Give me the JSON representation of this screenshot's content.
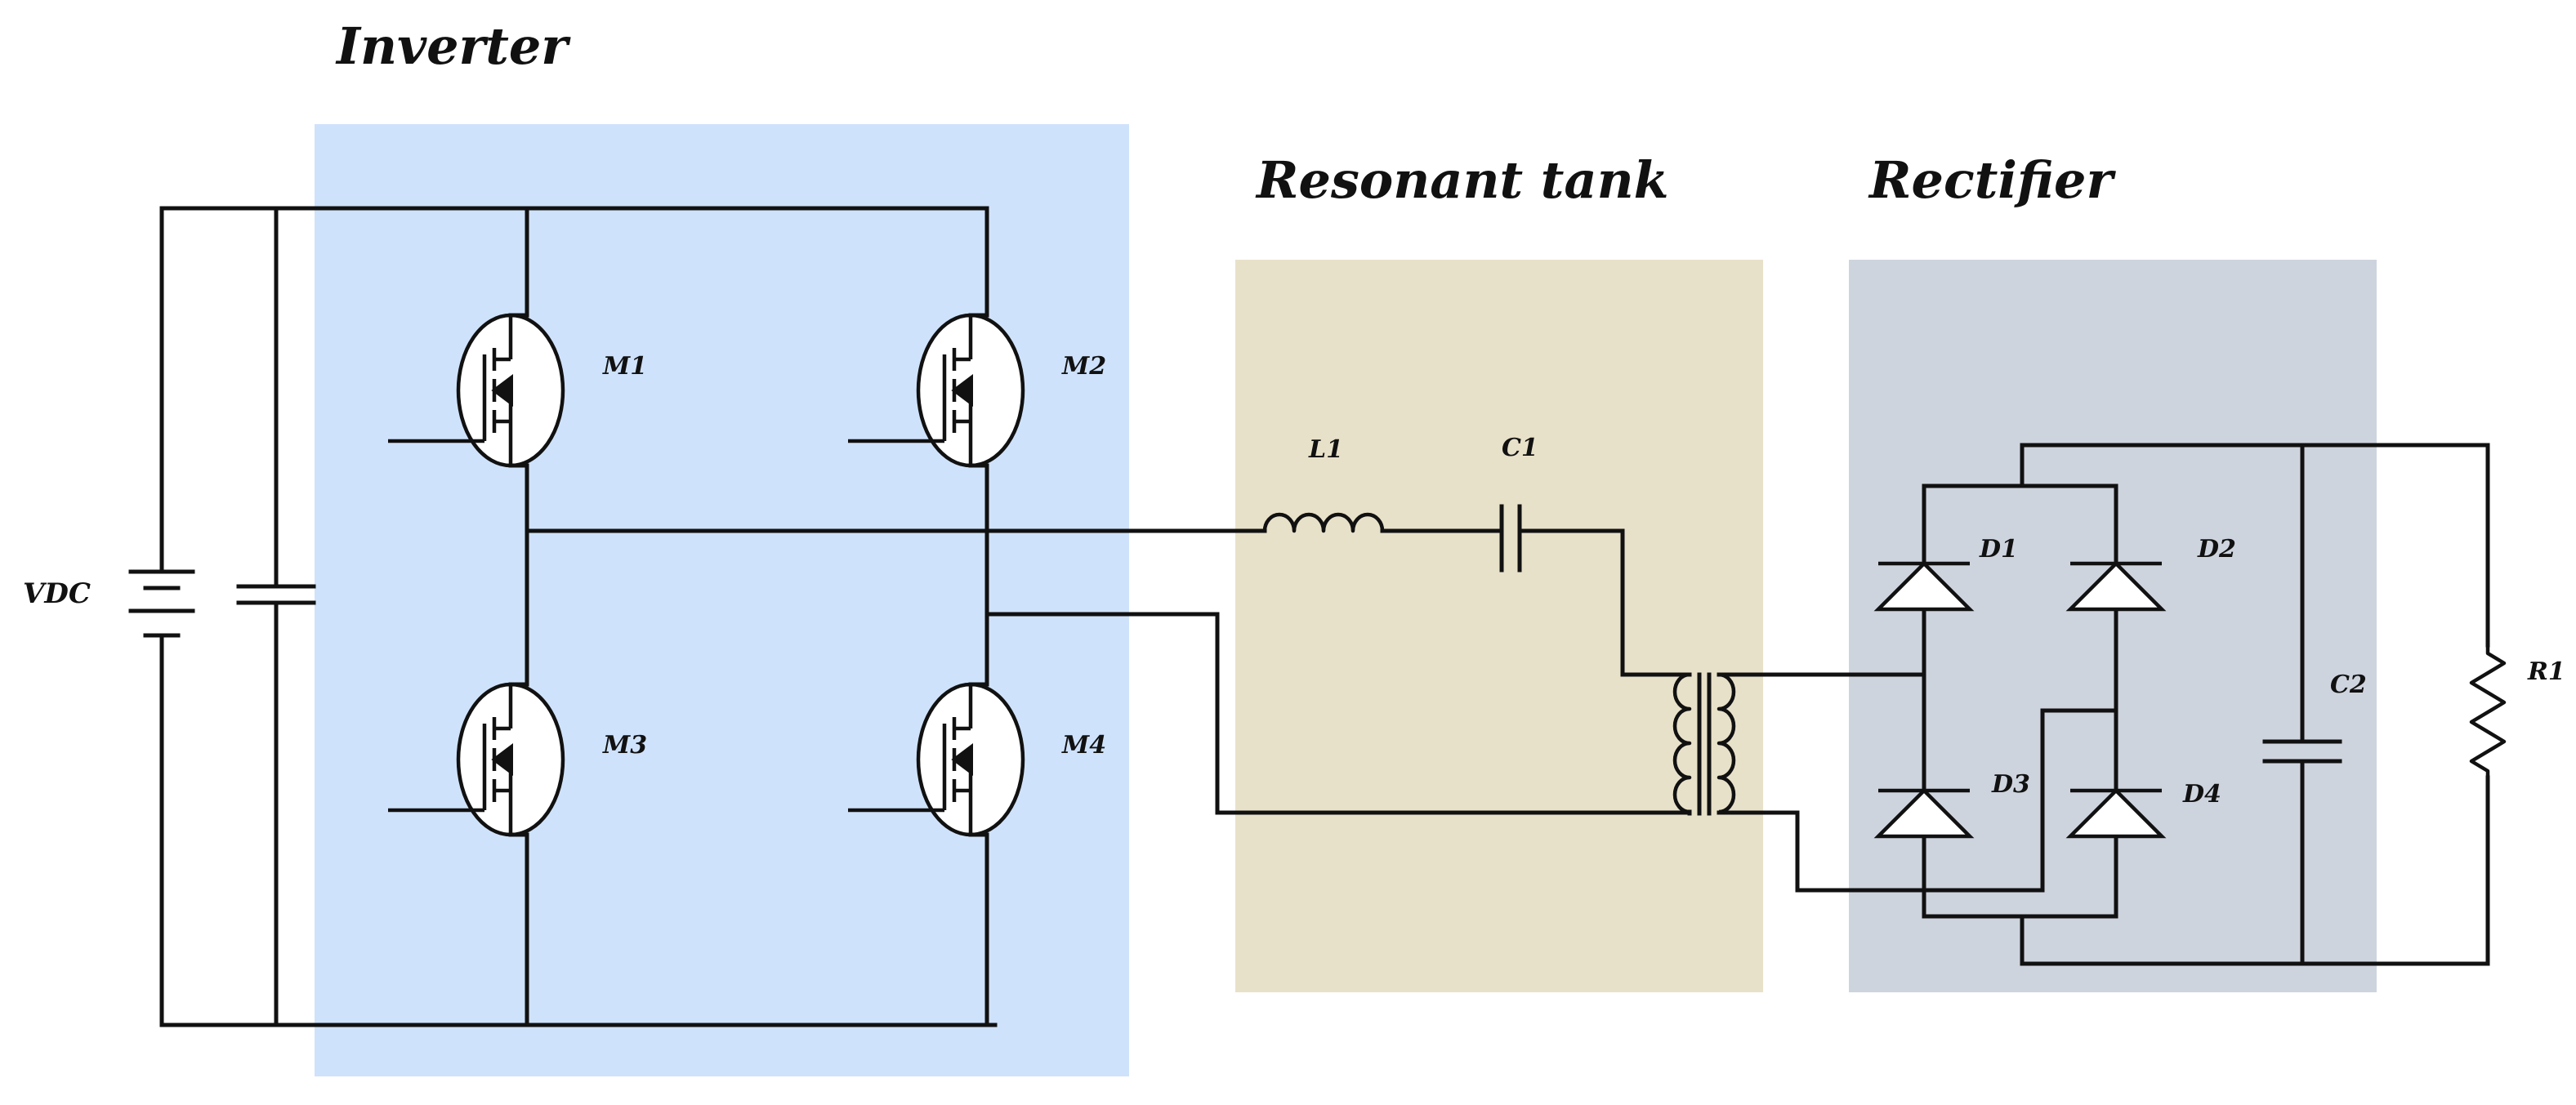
{
  "sections": {
    "inverter": {
      "title": "Inverter",
      "color": "#cfe2fb"
    },
    "resonant_tank": {
      "title": "Resonant tank",
      "color": "#e8e1c9"
    },
    "rectifier": {
      "title": "Rectifier",
      "color": "#ced4de"
    }
  },
  "labels": {
    "vdc": "VDC",
    "m1": "M1",
    "m2": "M2",
    "m3": "M3",
    "m4": "M4",
    "l1": "L1",
    "c1": "C1",
    "c2": "C2",
    "d1": "D1",
    "d2": "D2",
    "d3": "D3",
    "d4": "D4",
    "r1": "R1"
  },
  "line_color": "#111111"
}
